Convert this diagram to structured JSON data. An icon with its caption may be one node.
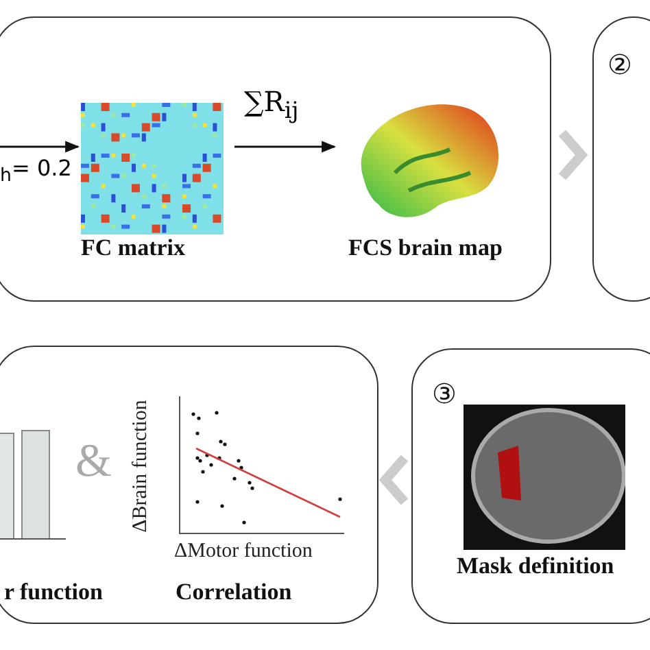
{
  "diagram": {
    "nodes": [
      {
        "text": [],
        "shape": "box"
      },
      {
        "text": [
          "FC matrix"
        ],
        "in": 0
      },
      {
        "text": [
          "FCS brain map"
        ],
        "in": 0
      },
      {
        "text": [
          "②"
        ]
      },
      {
        "text": [
          "③"
        ]
      },
      {
        "text": [
          "Mask definition"
        ],
        "in": 4
      },
      {
        "text": [],
        "shape": "box"
      },
      {
        "text": [
          "r function"
        ],
        "in": 6
      },
      {
        "text": [
          "Correlation"
        ],
        "in": 6
      }
    ],
    "edges": [
      {
        "from": null,
        "to": 1,
        "arrow": "to",
        "label": "$_{h}$= 0.2"
      },
      {
        "from": 1,
        "to": 2,
        "arrow": "to",
        "label": "∑R$_{ij}$"
      },
      {
        "from": 0,
        "to": 3,
        "arrow": "to",
        "style": "thick",
        "color": "#cccccc"
      },
      {
        "from": 4,
        "to": 6,
        "arrow": "to",
        "style": "thick",
        "color": "#cccccc"
      }
    ],
    "labels": [
      "&",
      "ΔBrain function",
      "ΔMotor function"
    ]
  }
}
